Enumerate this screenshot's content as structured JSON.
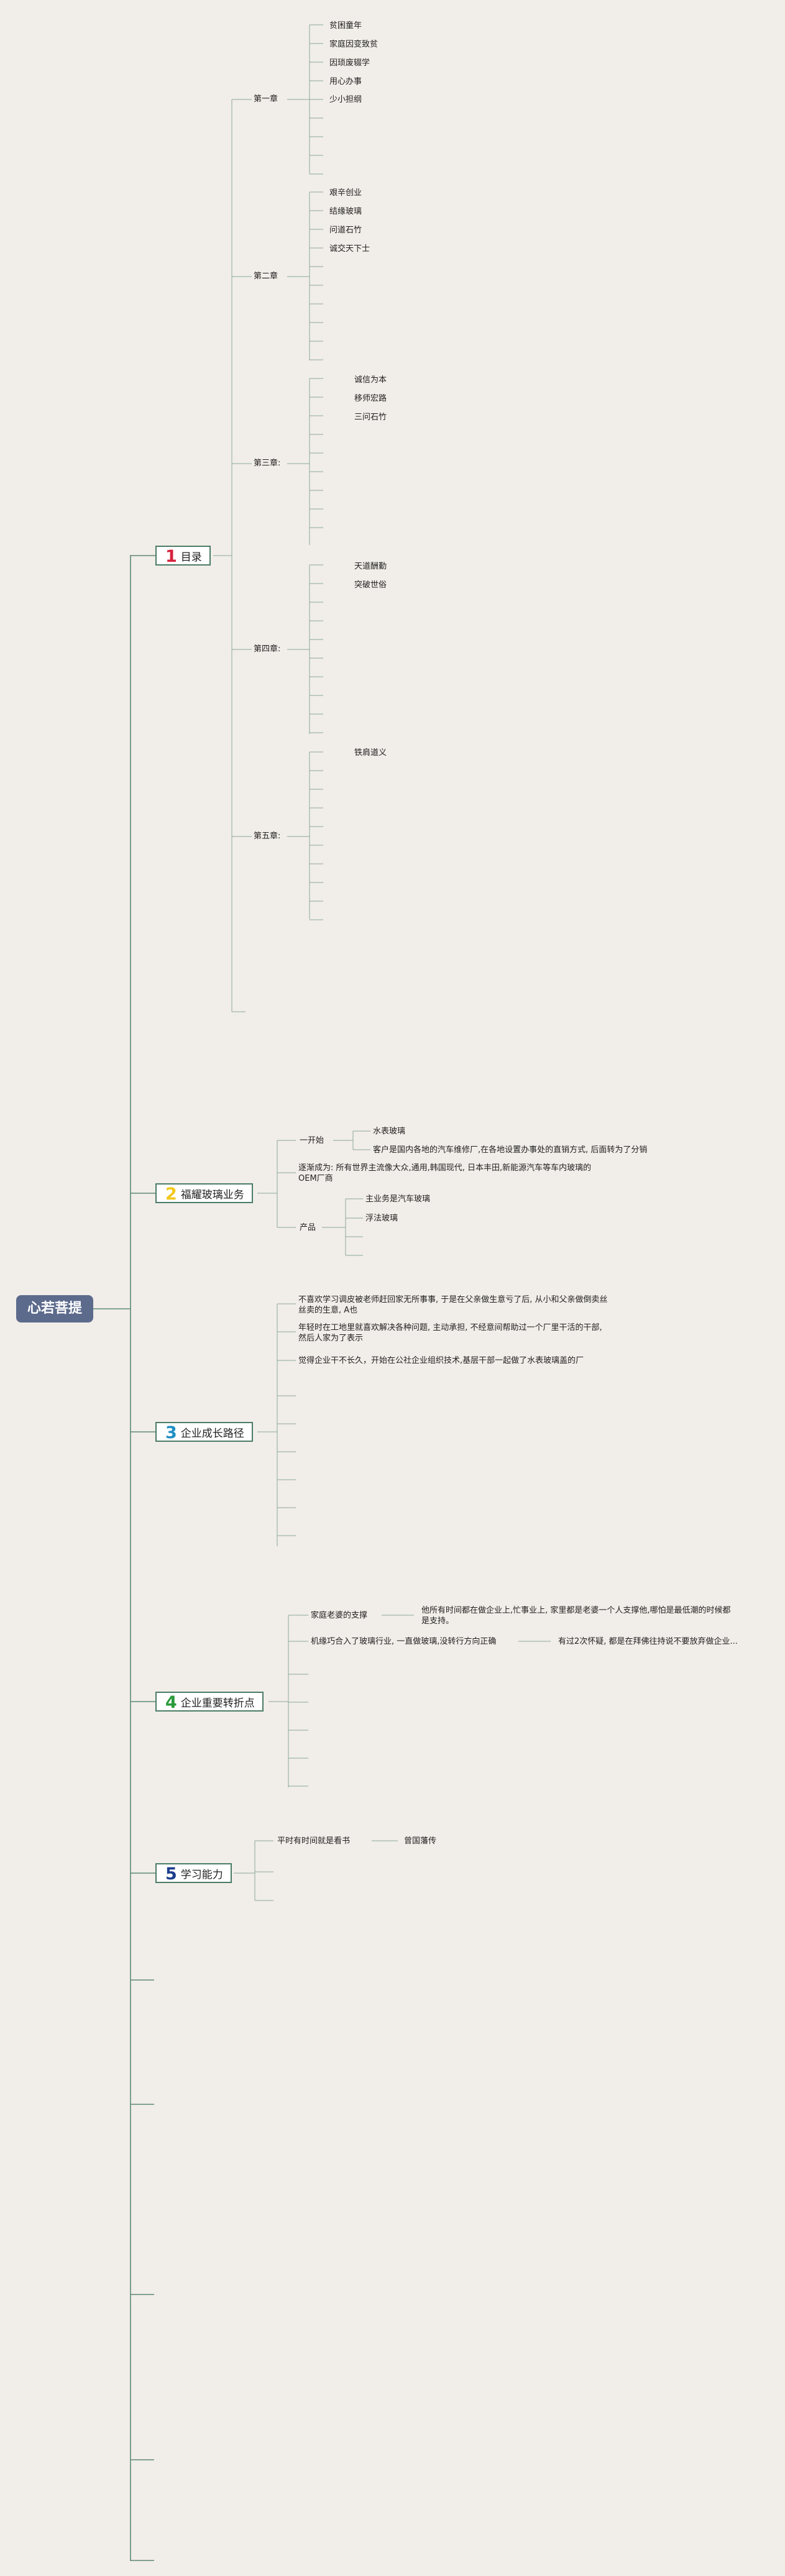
{
  "root": "心若菩提",
  "sections": [
    {
      "num": "1",
      "title": "目录",
      "num_color": "#d6223c"
    },
    {
      "num": "2",
      "title": "福耀玻璃业务",
      "num_color": "#f2c81f"
    },
    {
      "num": "3",
      "title": "企业成长路径",
      "num_color": "#1f8fc4"
    },
    {
      "num": "4",
      "title": "企业重要转折点",
      "num_color": "#2a9a3a"
    },
    {
      "num": "5",
      "title": "学习能力",
      "num_color": "#1c3e8c"
    }
  ],
  "toc": {
    "chapters": [
      {
        "label": "第一章",
        "items": [
          "贫困童年",
          "家庭因变致贫",
          "因琐废辍学",
          "用心办事",
          "少小担纲"
        ]
      },
      {
        "label": "第二章",
        "items": [
          "艰辛创业",
          "结缘玻璃",
          "问道石竹",
          "诚交天下士"
        ]
      },
      {
        "label": "第三章:",
        "items": [
          "诚信为本",
          "移师宏路",
          "三问石竹"
        ]
      },
      {
        "label": "第四章:",
        "items": [
          "天道酬勤",
          "突破世俗"
        ]
      },
      {
        "label": "第五章:",
        "items": [
          "铁肩道义"
        ]
      }
    ]
  },
  "business": {
    "start": {
      "label": "一开始",
      "items": [
        "水表玻璃",
        "客户是国内各地的汽车维修厂,在各地设置办事处的直销方式, 后面转为了分销"
      ]
    },
    "later": "逐渐成为: 所有世界主流像大众,通用,韩国现代, 日本丰田,新能源汽车等车内玻璃的OEM厂商",
    "product": {
      "label": "产品",
      "items": [
        "主业务是汽车玻璃",
        "浮法玻璃"
      ]
    }
  },
  "growth": {
    "items": [
      "不喜欢学习调皮被老师赶回家无所事事, 于是在父亲做生意亏了后, 从小和父亲做倒卖丝丝卖的生意, A也",
      "年轻时在工地里就喜欢解决各种问题, 主动承担, 不经意间帮助过一个厂里干活的干部, 然后人家为了表示",
      "觉得企业干不长久，开始在公社企业组织技术,基层干部一起做了水表玻璃盖的厂"
    ]
  },
  "turning": {
    "items": [
      {
        "label": "家庭老婆的支撑",
        "detail": "他所有时间都在做企业上,忙事业上, 家里都是老婆一个人支撑他,哪怕是最低潮的时候都是支持。"
      },
      {
        "label": "机缘巧合入了玻璃行业, 一直做玻璃,没转行方向正确",
        "detail": "有过2次怀疑, 都是在拜佛往持说不要放弃做企业..."
      }
    ]
  },
  "learning": {
    "items": [
      {
        "label": "平时有时间就是看书",
        "detail": "曾国藩传"
      }
    ]
  }
}
